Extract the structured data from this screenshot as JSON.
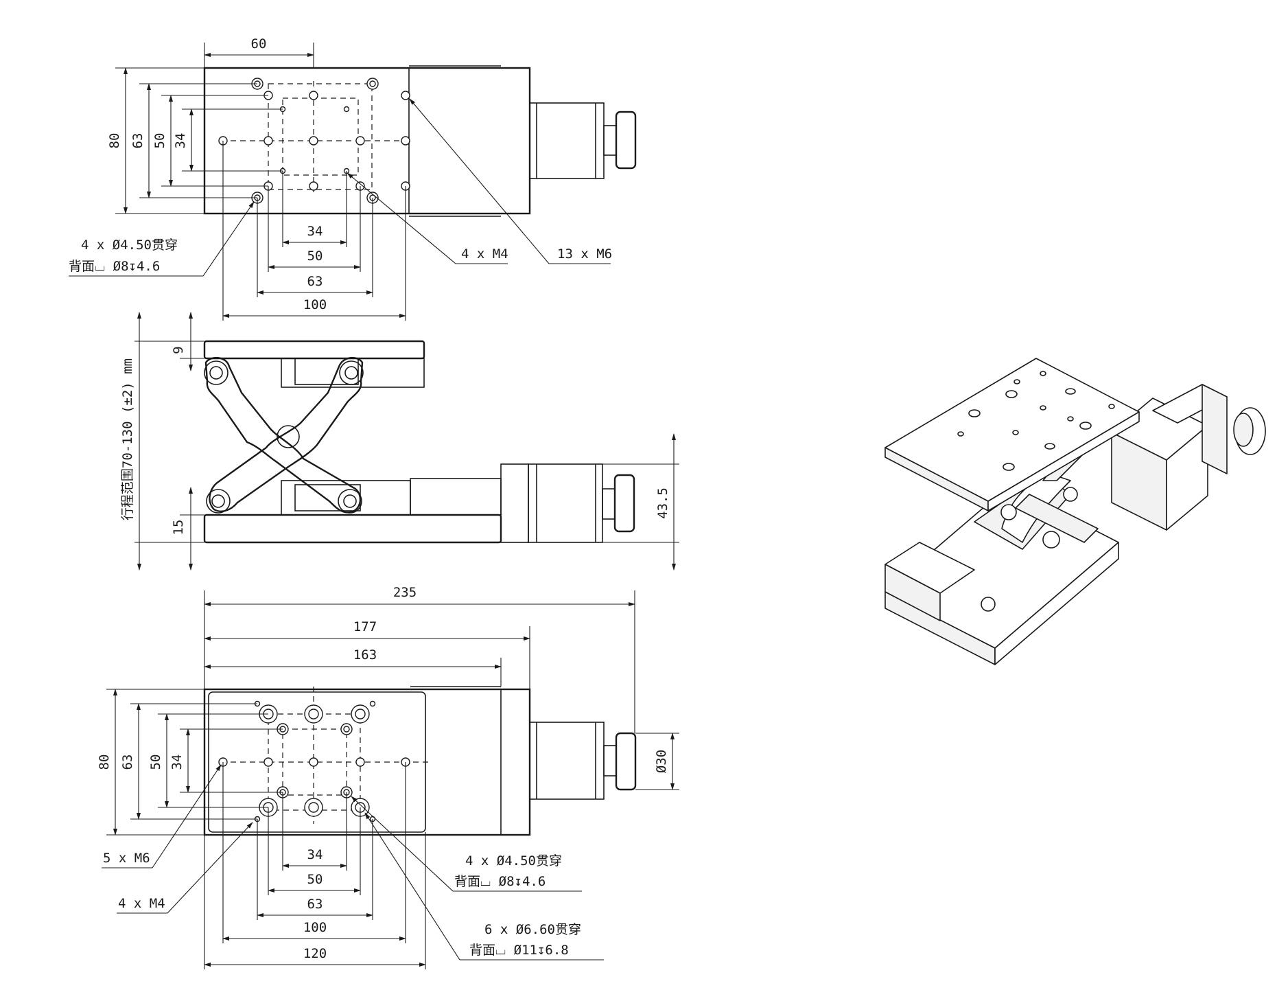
{
  "top_view": {
    "dims": {
      "w60": "60",
      "h80": "80",
      "h63": "63",
      "h50": "50",
      "h34": "34",
      "w34": "34",
      "w50": "50",
      "w63": "63",
      "w100": "100"
    },
    "callouts": {
      "holes_line1": "4 x Ø4.50贯穿",
      "holes_line2": "背面⌴ Ø8↧4.6",
      "m4": "4 x M4",
      "m6": "13 x M6"
    }
  },
  "side_view": {
    "dims": {
      "top9": "9",
      "bottom15": "15",
      "height43": "43.5",
      "stroke_range": "行程范围70-130 (±2) mm"
    }
  },
  "bottom_view": {
    "dims": {
      "w235": "235",
      "w177": "177",
      "w163": "163",
      "h80": "80",
      "h63": "63",
      "h50": "50",
      "h34": "34",
      "w34": "34",
      "w50": "50",
      "w63": "63",
      "w100": "100",
      "w120": "120",
      "dia30": "Ø30"
    },
    "callouts": {
      "m6": "5 x M6",
      "m4": "4 x M4",
      "holes45_line1": "4 x Ø4.50贯穿",
      "holes45_line2": "背面⌴ Ø8↧4.6",
      "holes66_line1": "6 x Ø6.60贯穿",
      "holes66_line2": "背面⌴ Ø11↧6.8"
    }
  }
}
